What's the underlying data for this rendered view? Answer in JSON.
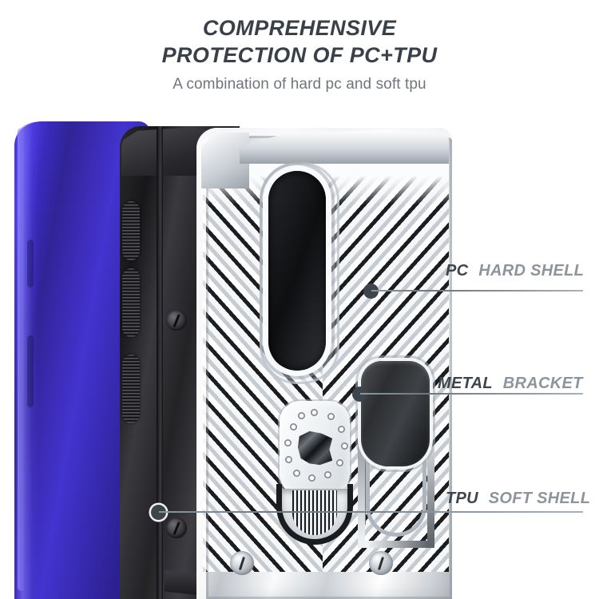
{
  "header": {
    "title_line1": "COMPREHENSIVE",
    "title_line2": "PROTECTION OF PC+TPU",
    "subtitle": "A combination of hard pc and soft tpu",
    "title_color": "#3a4049",
    "subtitle_color": "#70757d"
  },
  "callouts": [
    {
      "id": "pc-hard-shell",
      "strong": "PC",
      "soft": "HARD SHELL",
      "marker": "dot",
      "marker_color": "#3d444c",
      "line_color": "#7d858d"
    },
    {
      "id": "metal-bracket",
      "strong": "METAL",
      "soft": "BRACKET",
      "marker": "dot",
      "marker_color": "#3d444c",
      "line_color": "#7d858d"
    },
    {
      "id": "tpu-soft-shell",
      "strong": "TPU",
      "soft": "SOFT SHELL",
      "marker": "ring",
      "marker_color": "#3d444c",
      "line_color": "#7d858d"
    }
  ],
  "product": {
    "phone_color": "#3a2bbd",
    "tpu_color": "#1d1d20",
    "pc_color": "#dfe3e7",
    "bracket_color": "#2c2e31",
    "parts": [
      "blue-phone-body",
      "black-tpu-soft-shell",
      "silver-pc-hard-shell",
      "camera-cutout",
      "magnetic-ring-plate",
      "metal-kickstand-bracket"
    ]
  }
}
